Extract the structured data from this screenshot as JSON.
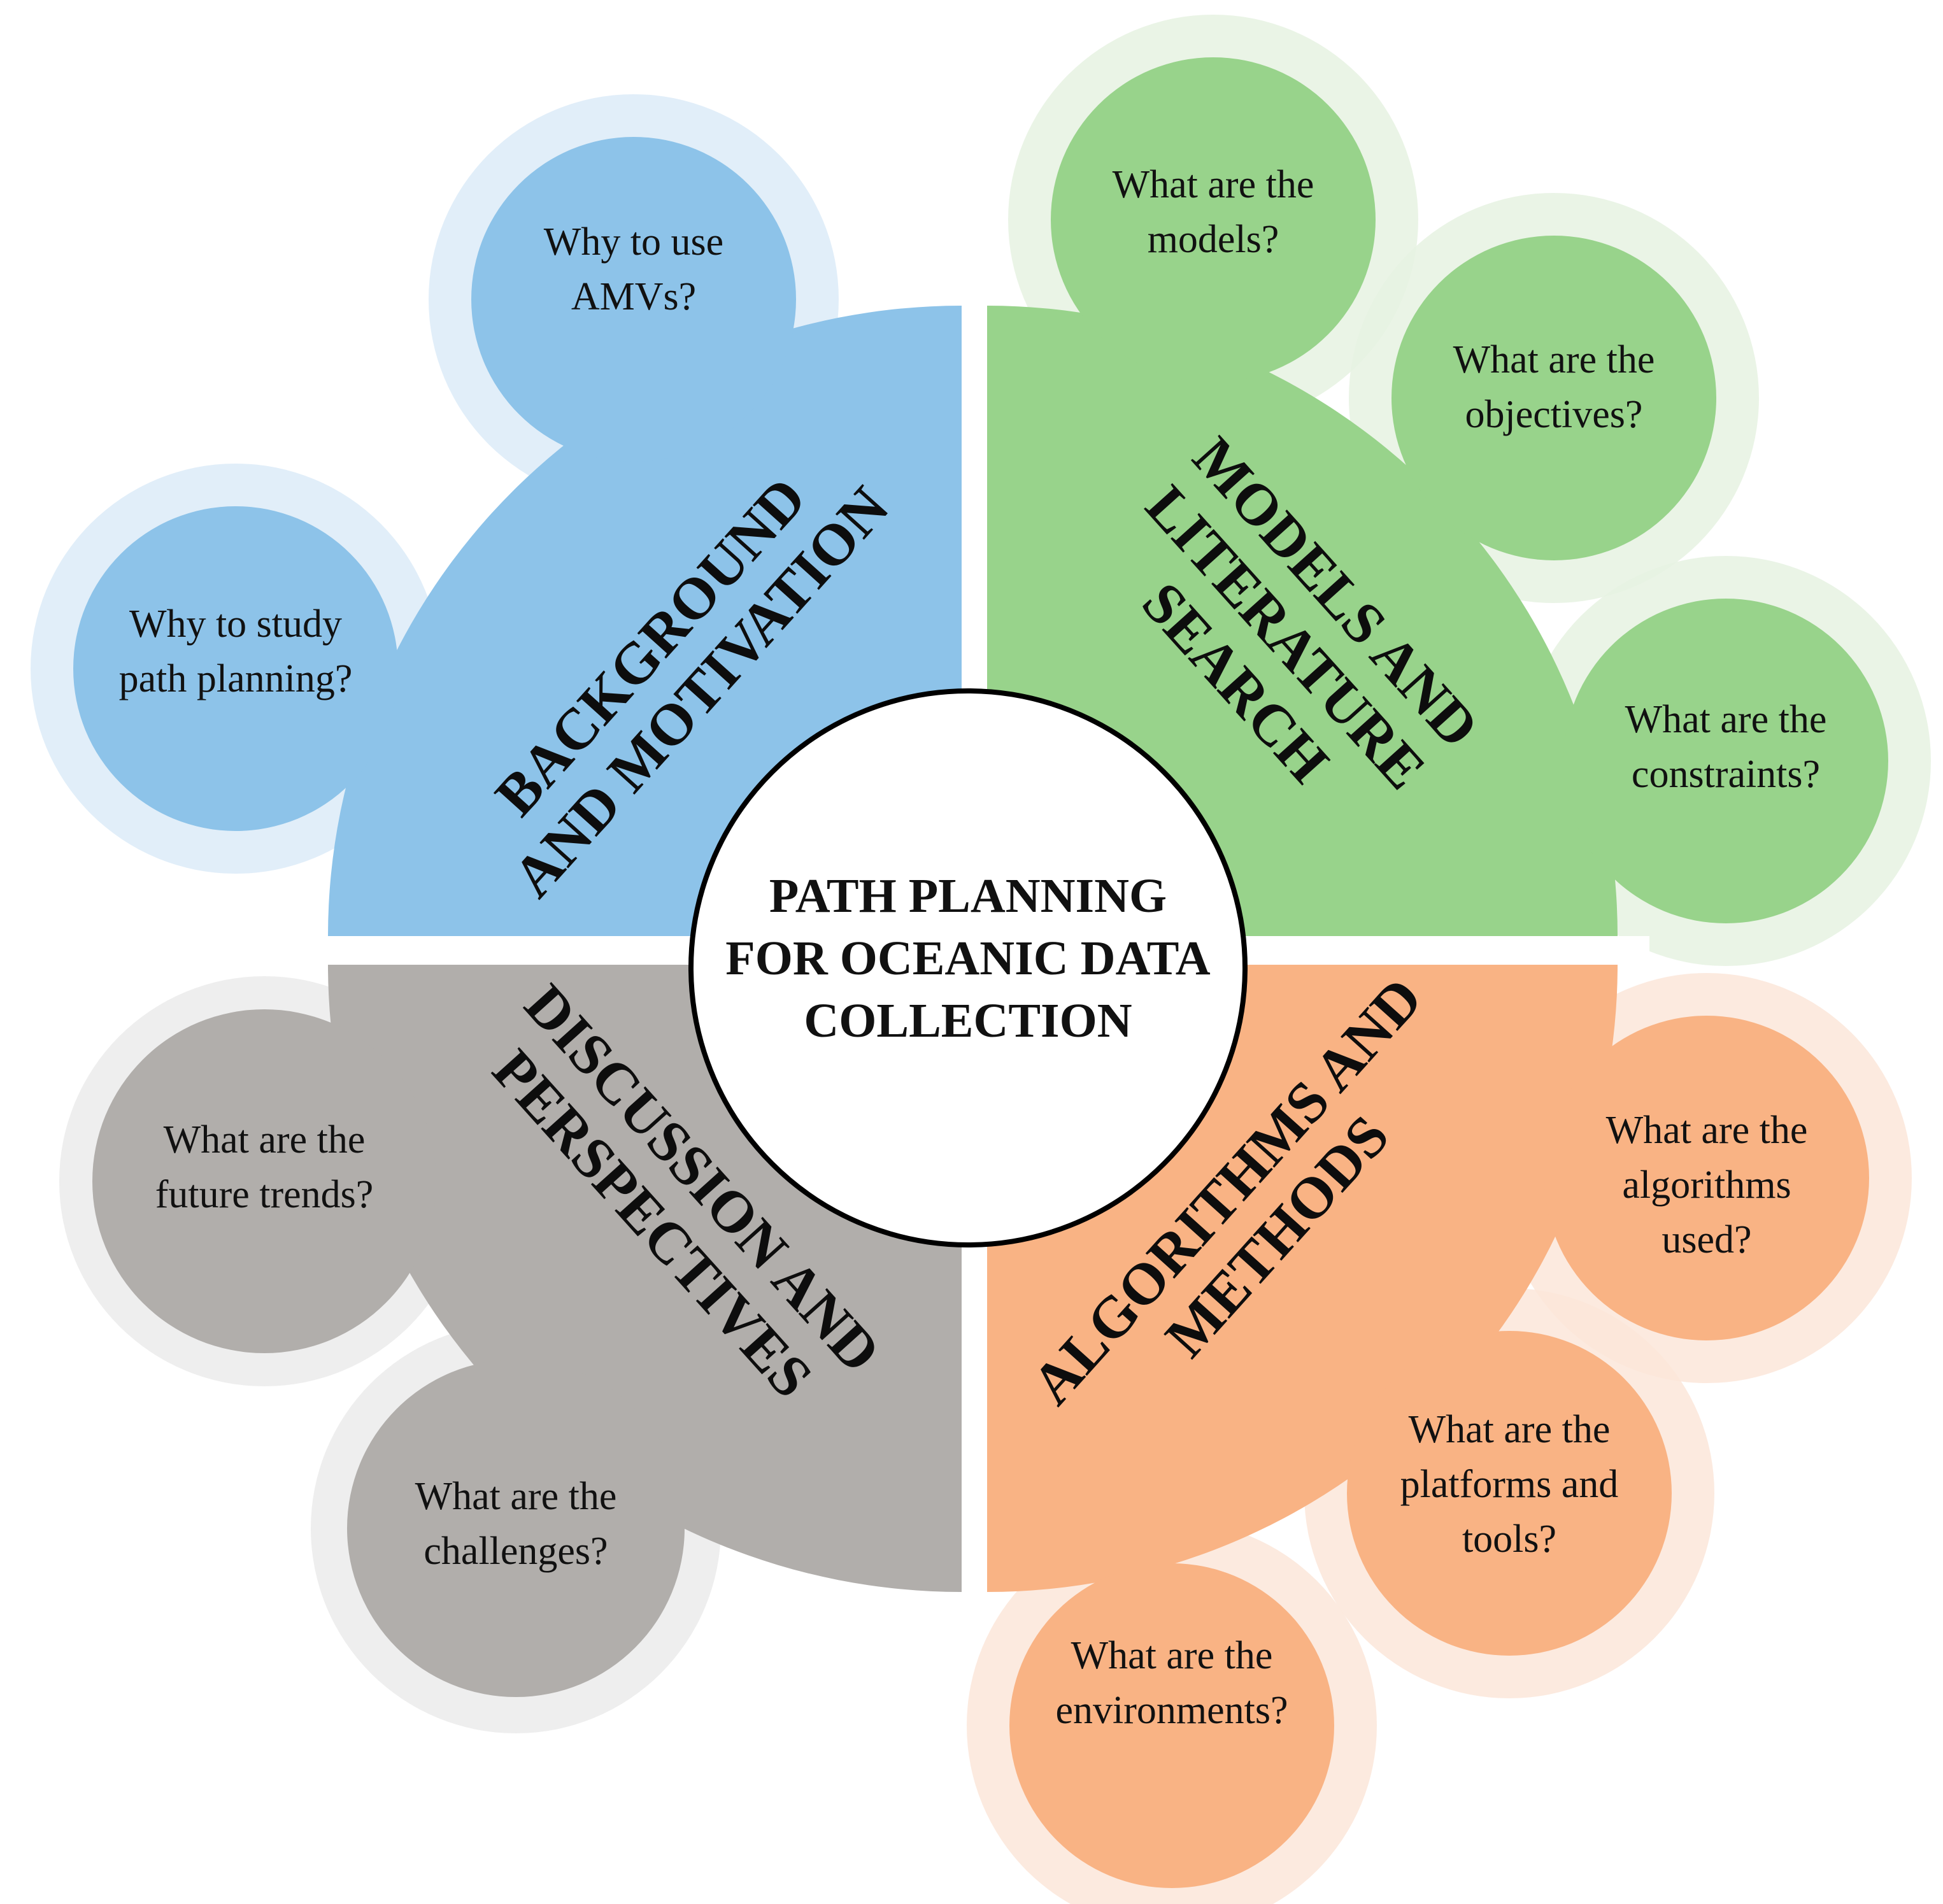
{
  "center": {
    "lines": [
      "PATH PLANNING",
      "FOR OCEANIC DATA",
      "COLLECTION"
    ]
  },
  "quadrants": [
    {
      "id": "background",
      "lines": [
        "BACKGROUND",
        "AND MOTIVATION"
      ],
      "color": "#8dc3e9",
      "halo": "#dcebf8",
      "questions": [
        [
          "Why to use",
          "AMVs?"
        ],
        [
          "Why to study",
          "path planning?"
        ]
      ]
    },
    {
      "id": "models",
      "lines": [
        "MODELS AND",
        "LITERATURE",
        "SEARCH"
      ],
      "color": "#98d38b",
      "halo": "#e6f2e2",
      "questions": [
        [
          "What are the",
          "models?"
        ],
        [
          "What are the",
          "objectives?"
        ],
        [
          "What are the",
          "constraints?"
        ]
      ]
    },
    {
      "id": "algorithms",
      "lines": [
        "ALGORITHMS AND",
        "METHODS"
      ],
      "color": "#f9b384",
      "halo": "#fbe6d9",
      "questions": [
        [
          "What are the",
          "algorithms",
          "used?"
        ],
        [
          "What are the",
          "platforms and",
          "tools?"
        ],
        [
          "What are the",
          "environments?"
        ]
      ]
    },
    {
      "id": "discussion",
      "lines": [
        "DISCUSSION AND",
        "PERSPECTIVES"
      ],
      "color": "#b1aeab",
      "halo": "#ebebeb",
      "questions": [
        [
          "What are the",
          "future trends?"
        ],
        [
          "What are the",
          "challenges?"
        ]
      ]
    }
  ],
  "colors": {
    "center_fill": "#ffffff",
    "center_stroke": "#000000",
    "text": "#111111"
  }
}
